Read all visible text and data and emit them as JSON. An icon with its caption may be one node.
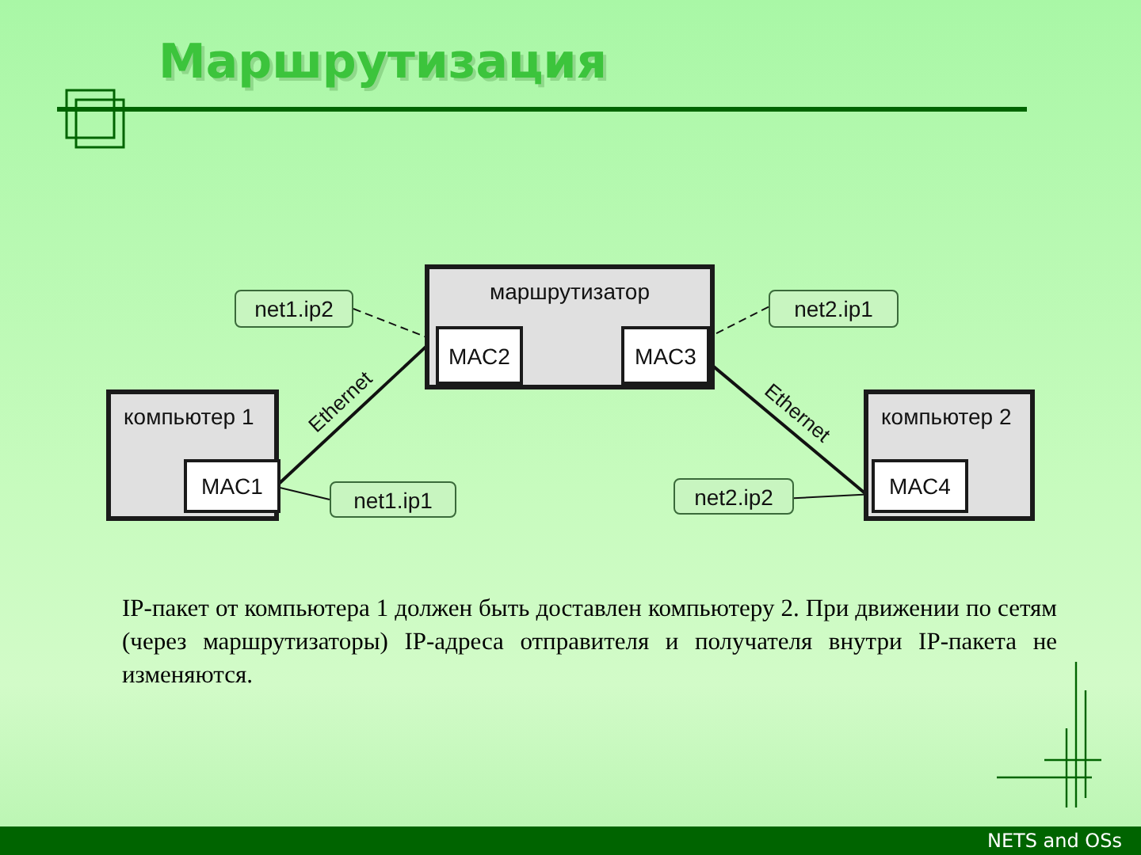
{
  "diagram": {
    "title": "Маршрутизация",
    "nodes": [
      {
        "text": [
          "маршрутизатор"
        ]
      },
      {
        "text": [
          "MAC2"
        ],
        "in": 0
      },
      {
        "text": [
          "MAC3"
        ],
        "in": 0
      },
      {
        "text": [
          "компьютер 1"
        ]
      },
      {
        "text": [
          "MAC1"
        ],
        "in": 3
      },
      {
        "text": [
          "компьютер 2"
        ]
      },
      {
        "text": [
          "MAC4"
        ],
        "in": 5
      },
      {
        "text": [
          "net1.ip2"
        ]
      },
      {
        "text": [
          "net2.ip1"
        ]
      },
      {
        "text": [
          "net1.ip1"
        ]
      },
      {
        "text": [
          "net2.ip2"
        ]
      }
    ],
    "edges": [
      {
        "from": 4,
        "to": 1,
        "arrow": "none",
        "label": "Ethernet"
      },
      {
        "from": 2,
        "to": 6,
        "arrow": "none",
        "label": "Ethernet"
      },
      {
        "from": 7,
        "to": 1,
        "arrow": "none",
        "style": "dashed"
      },
      {
        "from": 8,
        "to": 2,
        "arrow": "none",
        "style": "dashed"
      },
      {
        "from": 9,
        "to": 4,
        "arrow": "none"
      },
      {
        "from": 10,
        "to": 6,
        "arrow": "none"
      }
    ],
    "labels": [
      "IP-пакет от компьютера 1 должен быть доставлен компьютеру 2. При движении по сетям (через маршрутизаторы) IP-адреса отправителя и получателя внутри IP-пакета не изменяются.",
      "NETS and OSs"
    ]
  }
}
